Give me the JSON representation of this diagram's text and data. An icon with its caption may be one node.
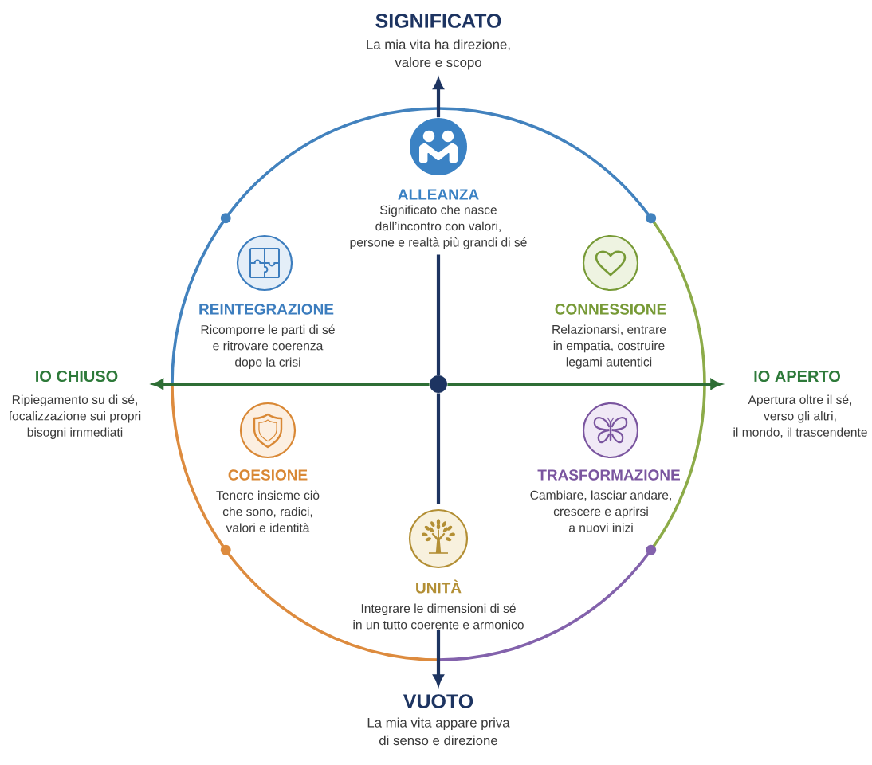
{
  "diagram": {
    "nodes": [
      {
        "text": [
          "SIGNIFICATO",
          "La mia vita ha direzione, valore e scopo"
        ]
      },
      {
        "text": [
          "ALLEANZA",
          "Significato che nasce dall’incontro con valori, persone e realtà più grandi di sé"
        ]
      },
      {
        "text": [
          "REINTEGRAZIONE",
          "Ricomporre le parti di sé e ritrovare coerenza dopo la crisi"
        ]
      },
      {
        "text": [
          "CONNESSIONE",
          "Relazionarsi, entrare in empatia, costruire legami autentici"
        ]
      },
      {
        "text": [
          "IO CHIUSO",
          "Ripiegamento su di sé, focalizzazione sui propri bisogni immediati"
        ]
      },
      {
        "text": [],
        "shape": "circle"
      },
      {
        "text": [
          "IO APERTO",
          "Apertura oltre il sé, verso gli altri, il mondo, il trascendente"
        ]
      },
      {
        "text": [
          "COESIONE",
          "Tenere insieme ciò che sono, radici, valori e identità"
        ]
      },
      {
        "text": [
          "TRASFORMAZIONE",
          "Cambiare, lasciar andare, crescere e aprirsi a nuovi inizi"
        ]
      },
      {
        "text": [
          "UNITÀ",
          "Integrare le dimensioni di sé in un tutto coerente e armonico"
        ]
      },
      {
        "text": [
          "VUOTO",
          "La mia vita appare priva di senso e direzione"
        ]
      }
    ],
    "edges": [
      {
        "from": 1,
        "to": 0,
        "arrow": "to"
      },
      {
        "from": 5,
        "to": 1,
        "arrow": "none"
      },
      {
        "from": 5,
        "to": 4,
        "arrow": "to",
        "color": "#2e6e35"
      },
      {
        "from": 5,
        "to": 6,
        "arrow": "to",
        "color": "#2e6e35"
      },
      {
        "from": 5,
        "to": 9,
        "arrow": "none"
      },
      {
        "from": 9,
        "to": 10,
        "arrow": "to"
      }
    ]
  }
}
